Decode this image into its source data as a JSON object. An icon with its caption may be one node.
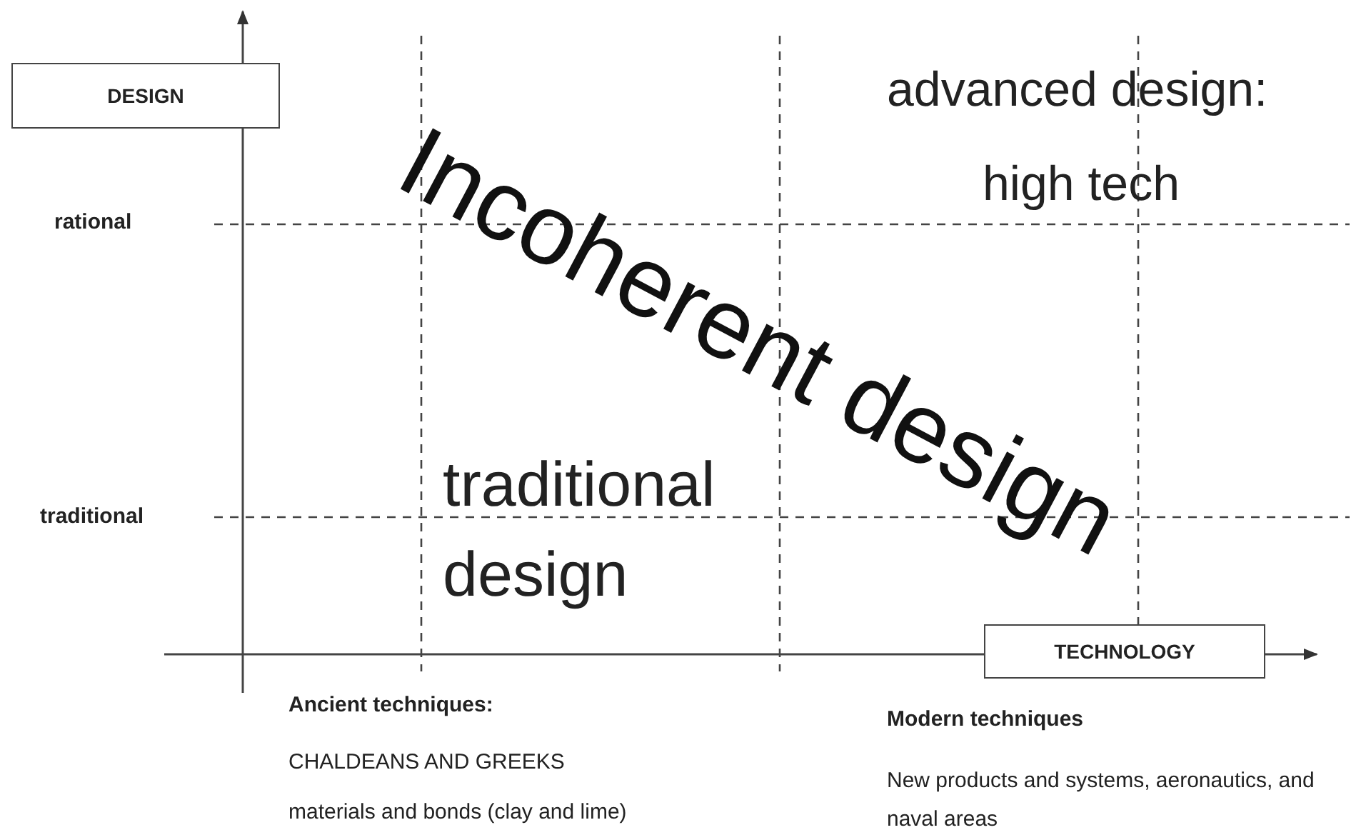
{
  "diagram": {
    "nodes": [
      {
        "text": [
          "DESIGN"
        ]
      },
      {
        "text": [
          "TECHNOLOGY"
        ]
      }
    ],
    "edges": [],
    "labels": [
      "rational",
      "traditional",
      "advanced design:",
      "high tech",
      "Incoherent design",
      "traditional design",
      "Ancient techniques:",
      "CHALDEANS AND GREEKS",
      "materials and bonds (clay and lime)",
      "Modern techniques",
      "New products and systems, aeronautics, and naval areas"
    ]
  }
}
